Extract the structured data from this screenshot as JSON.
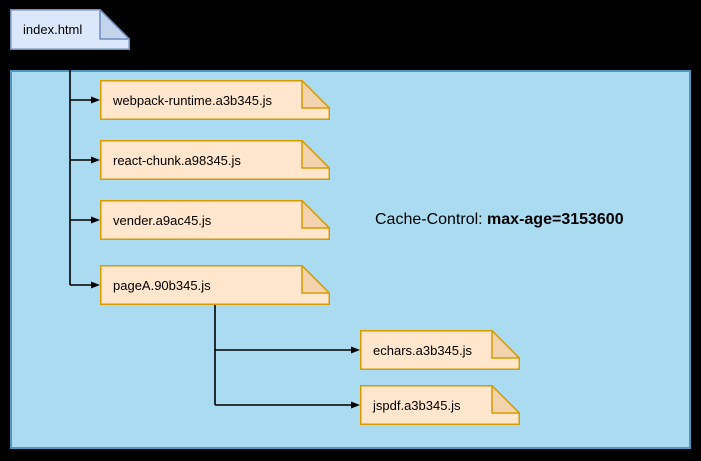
{
  "root": {
    "id": "index",
    "label": "index.html"
  },
  "nodes": [
    {
      "id": "webpack",
      "label": "webpack-runtime.a3b345.js"
    },
    {
      "id": "react",
      "label": "react-chunk.a98345.js"
    },
    {
      "id": "vender",
      "label": "vender.a9ac45.js"
    },
    {
      "id": "pagea",
      "label": "pageA.90b345.js"
    },
    {
      "id": "echars",
      "label": "echars.a3b345.js"
    },
    {
      "id": "jspdf",
      "label": "jspdf.a3b345.js"
    }
  ],
  "annotation": {
    "prefix": "Cache-Control: ",
    "value": "max-age=3153600"
  },
  "edges": [
    {
      "from": "index.html",
      "to": "webpack-runtime.a3b345.js"
    },
    {
      "from": "index.html",
      "to": "react-chunk.a98345.js"
    },
    {
      "from": "index.html",
      "to": "vender.a9ac45.js"
    },
    {
      "from": "index.html",
      "to": "pageA.90b345.js"
    },
    {
      "from": "pageA.90b345.js",
      "to": "echars.a3b345.js"
    },
    {
      "from": "pageA.90b345.js",
      "to": "jspdf.a3b345.js"
    }
  ],
  "colors": {
    "canvas_bg": "#000000",
    "container_fill": "#aadbf0",
    "container_stroke": "#4f97c0",
    "html_note_fill": "#dbe8fb",
    "html_note_fold": "#c4d4ec",
    "html_note_stroke": "#6c8ebf",
    "js_note_fill": "#ffe6cc",
    "js_note_fold": "#f2d3ae",
    "js_note_stroke": "#d79b00",
    "connector": "#000000",
    "text": "#000000"
  }
}
